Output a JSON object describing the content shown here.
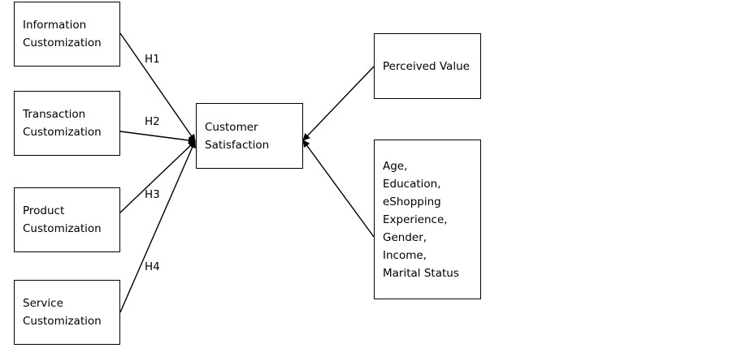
{
  "nodes": {
    "information": {
      "lines": [
        "Information",
        "Customization"
      ]
    },
    "transaction": {
      "lines": [
        "Transaction",
        "Customization"
      ]
    },
    "product": {
      "lines": [
        "Product",
        "Customization"
      ]
    },
    "service": {
      "lines": [
        "Service",
        "Customization"
      ]
    },
    "satisfaction": {
      "lines": [
        "Customer",
        "Satisfaction"
      ]
    },
    "value": {
      "lines": [
        "Perceived Value"
      ]
    },
    "controls": {
      "lines": [
        "Age,",
        "Education,",
        "eShopping",
        "Experience,",
        "Gender,",
        "Income,",
        "Marital Status"
      ]
    }
  },
  "edges": {
    "h1": {
      "label": "H1"
    },
    "h2": {
      "label": "H2"
    },
    "h3": {
      "label": "H3"
    },
    "h4": {
      "label": "H4"
    }
  }
}
